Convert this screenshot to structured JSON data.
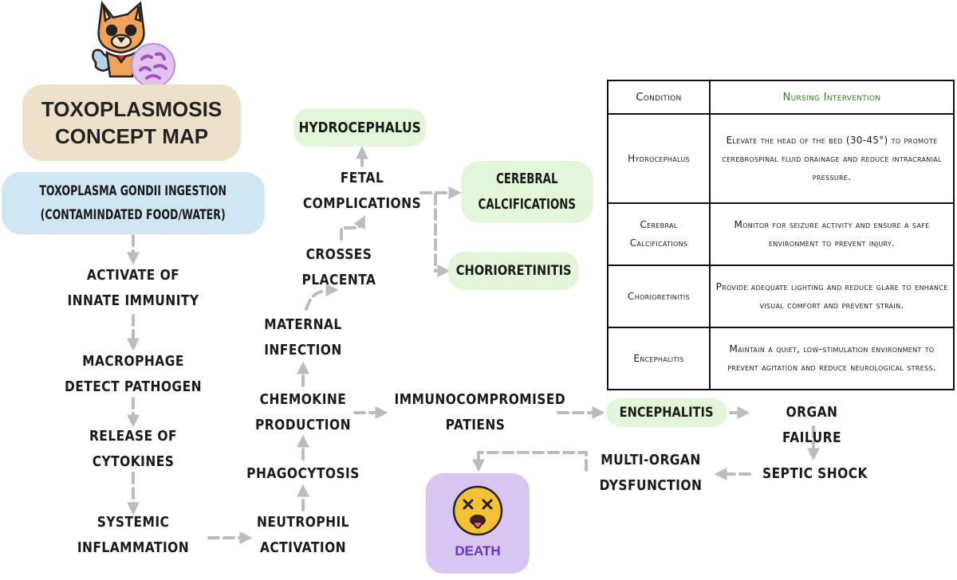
{
  "title": {
    "line1": "TOXOPLASMOSIS",
    "line2": "CONCEPT MAP"
  },
  "nodes": {
    "ingestion": {
      "line1": "TOXOPLASMA GONDII INGESTION",
      "line2": "(CONTAMINDATED FOOD/WATER)"
    },
    "innate": {
      "line1": "ACTIVATE OF",
      "line2": "INNATE IMMUNITY"
    },
    "macrophage": {
      "line1": "MACROPHAGE",
      "line2": "DETECT PATHOGEN"
    },
    "cytokines": {
      "line1": "RELEASE OF",
      "line2": "CYTOKINES"
    },
    "systemic": {
      "line1": "SYSTEMIC",
      "line2": "INFLAMMATION"
    },
    "neutrophil": {
      "line1": "NEUTROPHIL",
      "line2": "ACTIVATION"
    },
    "phagocytosis": {
      "line1": "PHAGOCYTOSIS"
    },
    "chemokine": {
      "line1": "CHEMOKINE",
      "line2": "PRODUCTION"
    },
    "maternal": {
      "line1": "MATERNAL",
      "line2": "INFECTION"
    },
    "placenta": {
      "line1": "CROSSES",
      "line2": "PLACENTA"
    },
    "fetal": {
      "line1": "FETAL",
      "line2": "COMPLICATIONS"
    },
    "hydrocephalus": {
      "line1": "HYDROCEPHALUS"
    },
    "calcifications": {
      "line1": "CEREBRAL",
      "line2": "CALCIFICATIONS"
    },
    "chorioretinitis": {
      "line1": "CHORIORETINITIS"
    },
    "immuno": {
      "line1": "IMMUNOCOMPROMISED",
      "line2": "PATIENS"
    },
    "encephalitis": {
      "line1": "ENCEPHALITIS"
    },
    "organ_failure": {
      "line1": "ORGAN FAILURE"
    },
    "septic": {
      "line1": "SEPTIC SHOCK"
    },
    "multiorgan": {
      "line1": "MULTI-ORGAN",
      "line2": "DYSFUNCTION"
    },
    "death": {
      "line1": "DEATH"
    }
  },
  "table": {
    "header": {
      "condition": "Condition",
      "intervention": "Nursing Intervention"
    },
    "rows": [
      {
        "condition": "Hydrocephalus",
        "intervention": "Elevate the head of the bed (30-45°) to promote cerebrospinal fluid drainage and reduce intracranial pressure."
      },
      {
        "condition": "Cerebral Calcifications",
        "intervention": "Monitor for seizure activity and ensure a safe environment to prevent injury."
      },
      {
        "condition": "Chorioretinitis",
        "intervention": "Provide adequate lighting and reduce glare to enhance visual comfort and prevent strain."
      },
      {
        "condition": "Encephalitis",
        "intervention": "Maintain a quiet, low-stimulation environment to prevent agitation and reduce neurological stress."
      }
    ]
  },
  "colors": {
    "title_bg": "#ede1c9",
    "ingestion_bg": "#cfe6f3",
    "complication_bg": "#e3f6d9",
    "death_bg": "#d8c7f3",
    "death_text": "#6a2fd0",
    "intervention_header": "#2e7d1f",
    "arrow": "#b9bcc0"
  },
  "icons": [
    "cat-mascot-icon",
    "parasite-icon",
    "dizzy-face-icon"
  ]
}
